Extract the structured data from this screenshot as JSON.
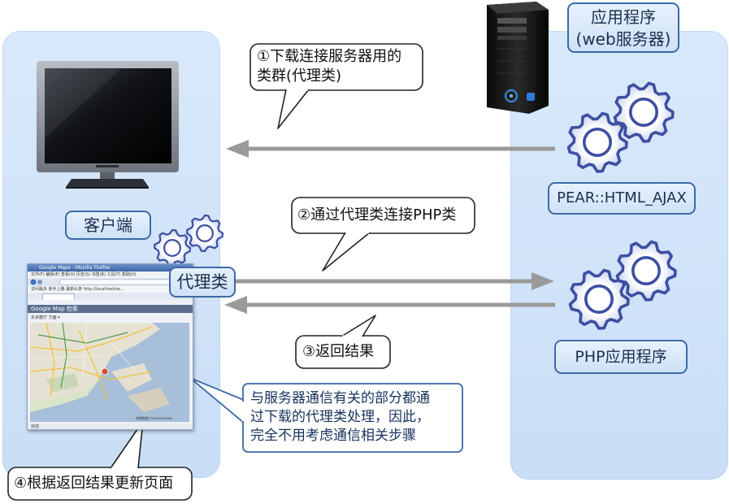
{
  "server_box_title": "应用程序\n(web服务器)",
  "callout_download": "①下载连接服务器用的\n类群(代理类)",
  "callout_connect": "②通过代理类连接PHP类",
  "callout_return": "③返回结果",
  "callout_update": "④根据返回结果更新页面",
  "client_label": "客户端",
  "proxy_label": "代理类",
  "pear_label": "PEAR::HTML_AJAX",
  "php_app_label": "PHP应用程序",
  "note_text": "与服务器通信有关的部分都通\n过下载的代理类处理，因此，\n完全不用考虑通信相关步骤",
  "browser": {
    "title": "Google Maps - Mozilla Firefox",
    "menu": "文件(F)  编辑(E)  查看(V)  历史(S)  书签(B)  工具(T)  帮助(H)",
    "bookmarks": "访问最多  新手上路  最新头条  http://localhost/se...",
    "map_title": "Google Map 检索",
    "select_text": "东京都庁 方面 ▾",
    "status": "完成"
  },
  "colors": {
    "panel": "#d3e5f9",
    "box_border": "#3d6aa6",
    "arrow": "#9a9a9a",
    "gear": "#3e4fa2"
  }
}
